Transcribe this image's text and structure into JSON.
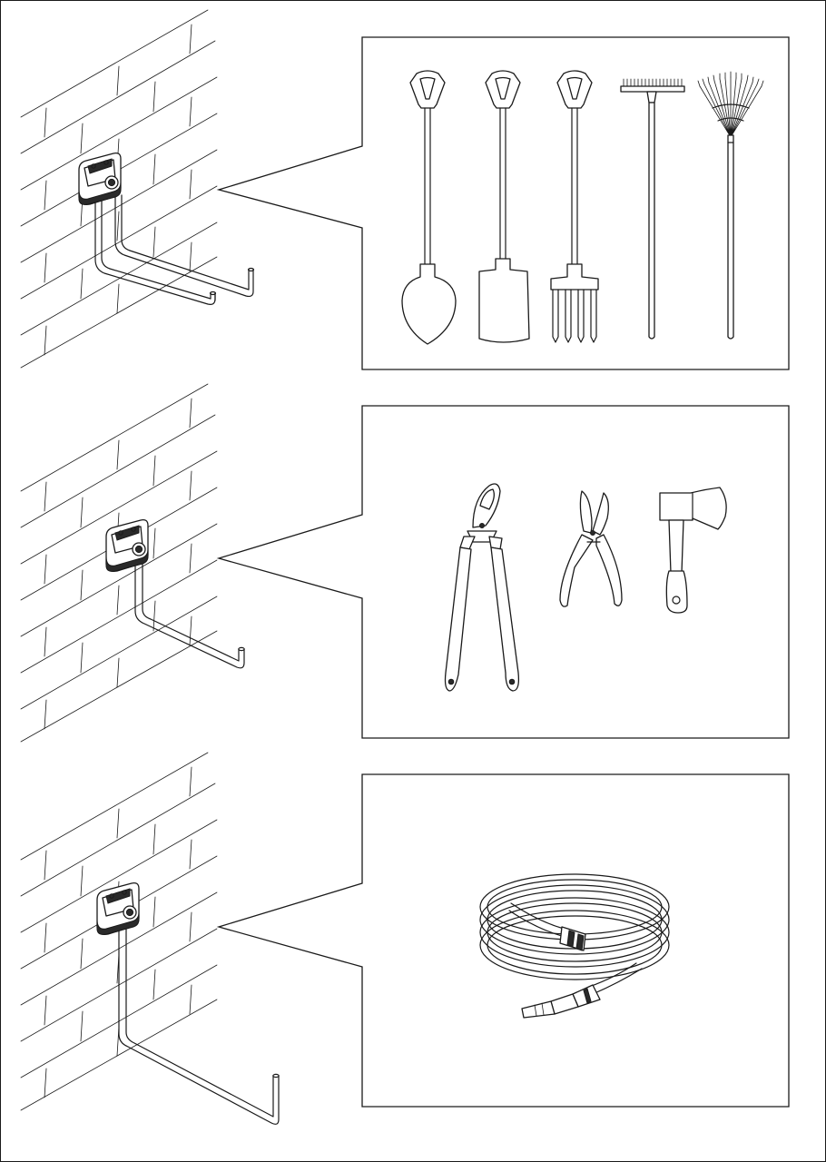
{
  "figure": {
    "panels": [
      {
        "hook_type": "double-hook",
        "hook_icon": "double-wall-hook-icon",
        "items": [
          {
            "icon": "shovel-icon"
          },
          {
            "icon": "spade-icon"
          },
          {
            "icon": "garden-fork-icon"
          },
          {
            "icon": "rake-icon"
          },
          {
            "icon": "leaf-rake-icon"
          }
        ]
      },
      {
        "hook_type": "single-hook",
        "hook_icon": "single-wall-hook-icon",
        "items": [
          {
            "icon": "loppers-icon"
          },
          {
            "icon": "pruning-shears-icon"
          },
          {
            "icon": "axe-icon"
          }
        ]
      },
      {
        "hook_type": "deep-single-hook",
        "hook_icon": "deep-wall-hook-icon",
        "items": [
          {
            "icon": "garden-hose-icon"
          }
        ]
      }
    ],
    "colors": {
      "line": "#1a1a1a",
      "background": "#ffffff"
    }
  }
}
